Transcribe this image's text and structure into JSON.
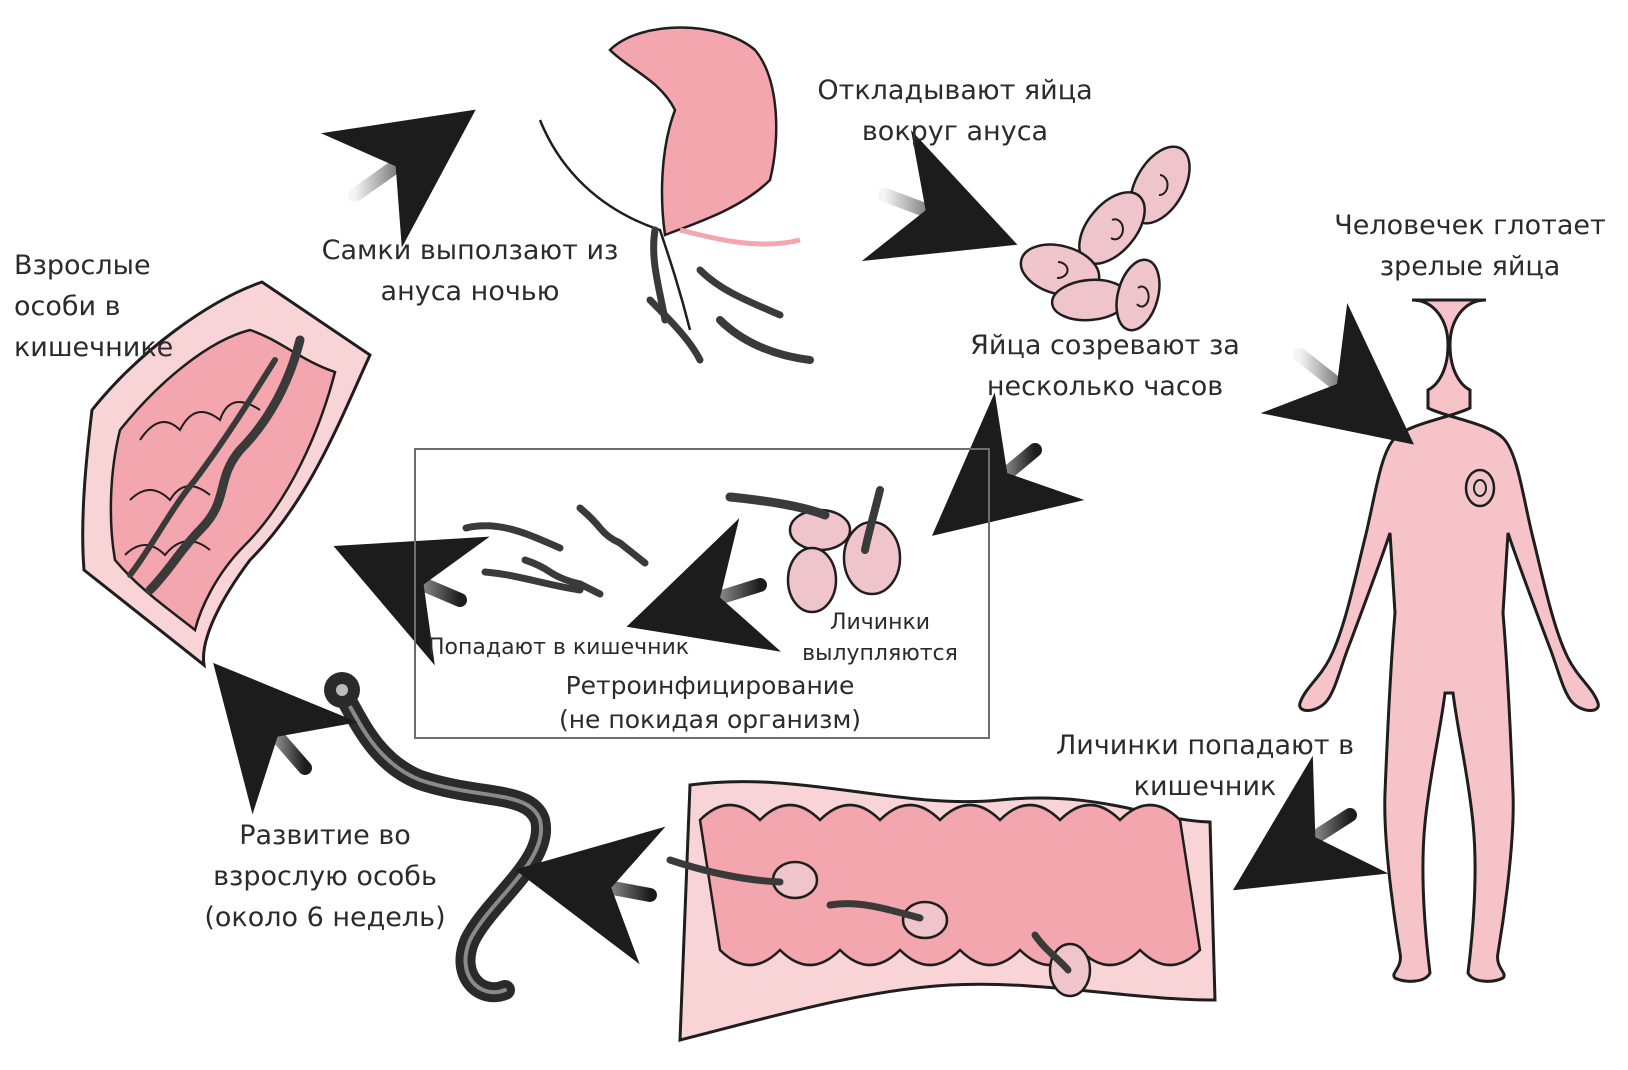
{
  "labels": {
    "adults": [
      "Взрослые",
      "особи в",
      "кишечнике"
    ],
    "females_exit": [
      "Самки выползают из",
      "ануса ночью"
    ],
    "lay_eggs": [
      "Откладывают яйца",
      "вокруг ануса"
    ],
    "eggs_mature": [
      "Яйца созревают за",
      "несколько часов"
    ],
    "swallows": [
      "Человечек глотает",
      "зрелые яйца"
    ],
    "larvae_intestine": [
      "Личинки попадают в",
      "кишечник"
    ],
    "development": [
      "Развитие во",
      "взрослую особь",
      "(около 6 недель)"
    ],
    "larvae_hatch": [
      "Личинки",
      "вылупляются"
    ],
    "enter_intestine": "Попадают в кишечник",
    "retro": [
      "Ретроинфицирование",
      "(не покидая организм)"
    ]
  },
  "colors": {
    "tissue_pink": "#f3a6ad",
    "tissue_light": "#f9d4d7",
    "body_pink": "#f6c3c9",
    "outline": "#1e1e1e",
    "worm": "#3a3a3a",
    "egg": "#efc4cb"
  }
}
